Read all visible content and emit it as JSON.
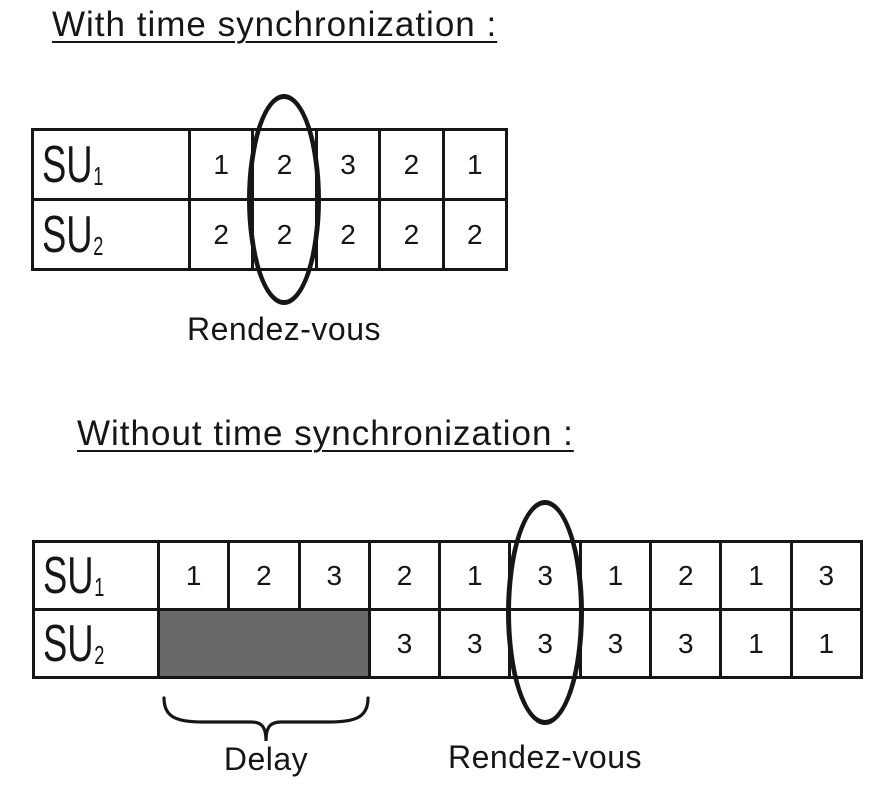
{
  "with_sync": {
    "title": "With time synchronization :",
    "rendezvous_label": "Rendez-vous",
    "table": {
      "rows": [
        {
          "label": "SU",
          "sub": "1",
          "cells": [
            "1",
            "2",
            "3",
            "2",
            "1"
          ]
        },
        {
          "label": "SU",
          "sub": "2",
          "cells": [
            "2",
            "2",
            "2",
            "2",
            "2"
          ]
        }
      ],
      "circled_column": 2,
      "circled_values": [
        "2",
        "2"
      ]
    }
  },
  "without_sync": {
    "title": "Without time synchronization :",
    "rendezvous_label": "Rendez-vous",
    "delay_label": "Delay",
    "table": {
      "rows": [
        {
          "label": "SU",
          "sub": "1",
          "cells": [
            "1",
            "2",
            "3",
            "2",
            "1",
            "3",
            "1",
            "2",
            "1",
            "3"
          ]
        },
        {
          "label": "SU",
          "sub": "2",
          "delay_span": 3,
          "cells": [
            "3",
            "3",
            "3",
            "3",
            "3",
            "1",
            "1"
          ]
        }
      ],
      "circled_column": 6,
      "circled_values": [
        "3",
        "3"
      ]
    }
  },
  "colors": {
    "ink": "#161616",
    "delay_fill": "#696969",
    "background": "#ffffff"
  }
}
